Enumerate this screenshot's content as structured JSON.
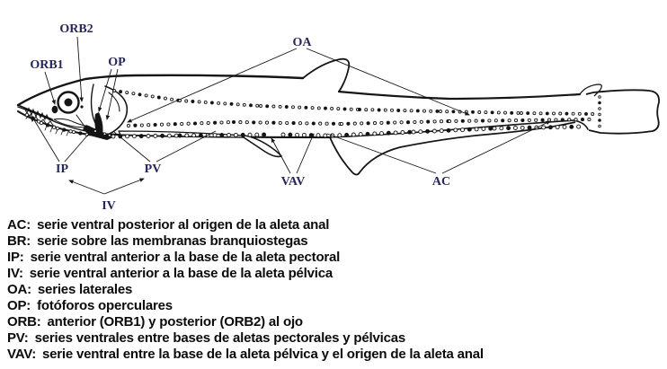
{
  "figure": {
    "title": "fish-photophore-diagram",
    "labels": {
      "orb1": "ORB1",
      "orb2": "ORB2",
      "op": "OP",
      "oa": "OA",
      "ip": "IP",
      "pv": "PV",
      "iv": "IV",
      "vav": "VAV",
      "ac": "AC"
    }
  },
  "legend": {
    "entries": [
      {
        "abbr": "AC:",
        "desc": "serie ventral posterior al origen de la aleta anal"
      },
      {
        "abbr": "BR:",
        "desc": "serie sobre las membranas branquiostegas"
      },
      {
        "abbr": "IP:",
        "desc": "serie ventral anterior a la base de la aleta pectoral"
      },
      {
        "abbr": "IV:",
        "desc": "serie ventral anterior a la base de la aleta pélvica"
      },
      {
        "abbr": "OA:",
        "desc": "series laterales"
      },
      {
        "abbr": "OP:",
        "desc": "fotóforos operculares"
      },
      {
        "abbr": "ORB:",
        "desc": "anterior (ORB1) y posterior (ORB2) al ojo"
      },
      {
        "abbr": "PV:",
        "desc": "series ventrales entre bases de aletas pectorales y pélvicas"
      },
      {
        "abbr": "VAV:",
        "desc": "serie ventral entre la base de la aleta pélvica y el origen de la aleta anal"
      }
    ]
  },
  "colors": {
    "ink": "#151515",
    "figure_label": "#26265a",
    "background": "#ffffff"
  }
}
